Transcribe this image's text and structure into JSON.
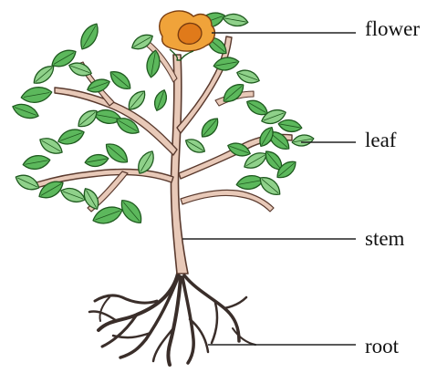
{
  "labels": {
    "flower": "flower",
    "leaf": "leaf",
    "stem": "stem",
    "root": "root"
  },
  "colors": {
    "leaf_fill": "#5cb85c",
    "leaf_light": "#8fd18a",
    "leaf_outline": "#1f5a1f",
    "stem_fill": "#e8c9b8",
    "stem_outline": "#5a3a2e",
    "flower_fill": "#f0a33a",
    "flower_center": "#e07a1a",
    "flower_outline": "#7a3d10",
    "root_color": "#3a2e2a",
    "leader_line": "#222222"
  }
}
